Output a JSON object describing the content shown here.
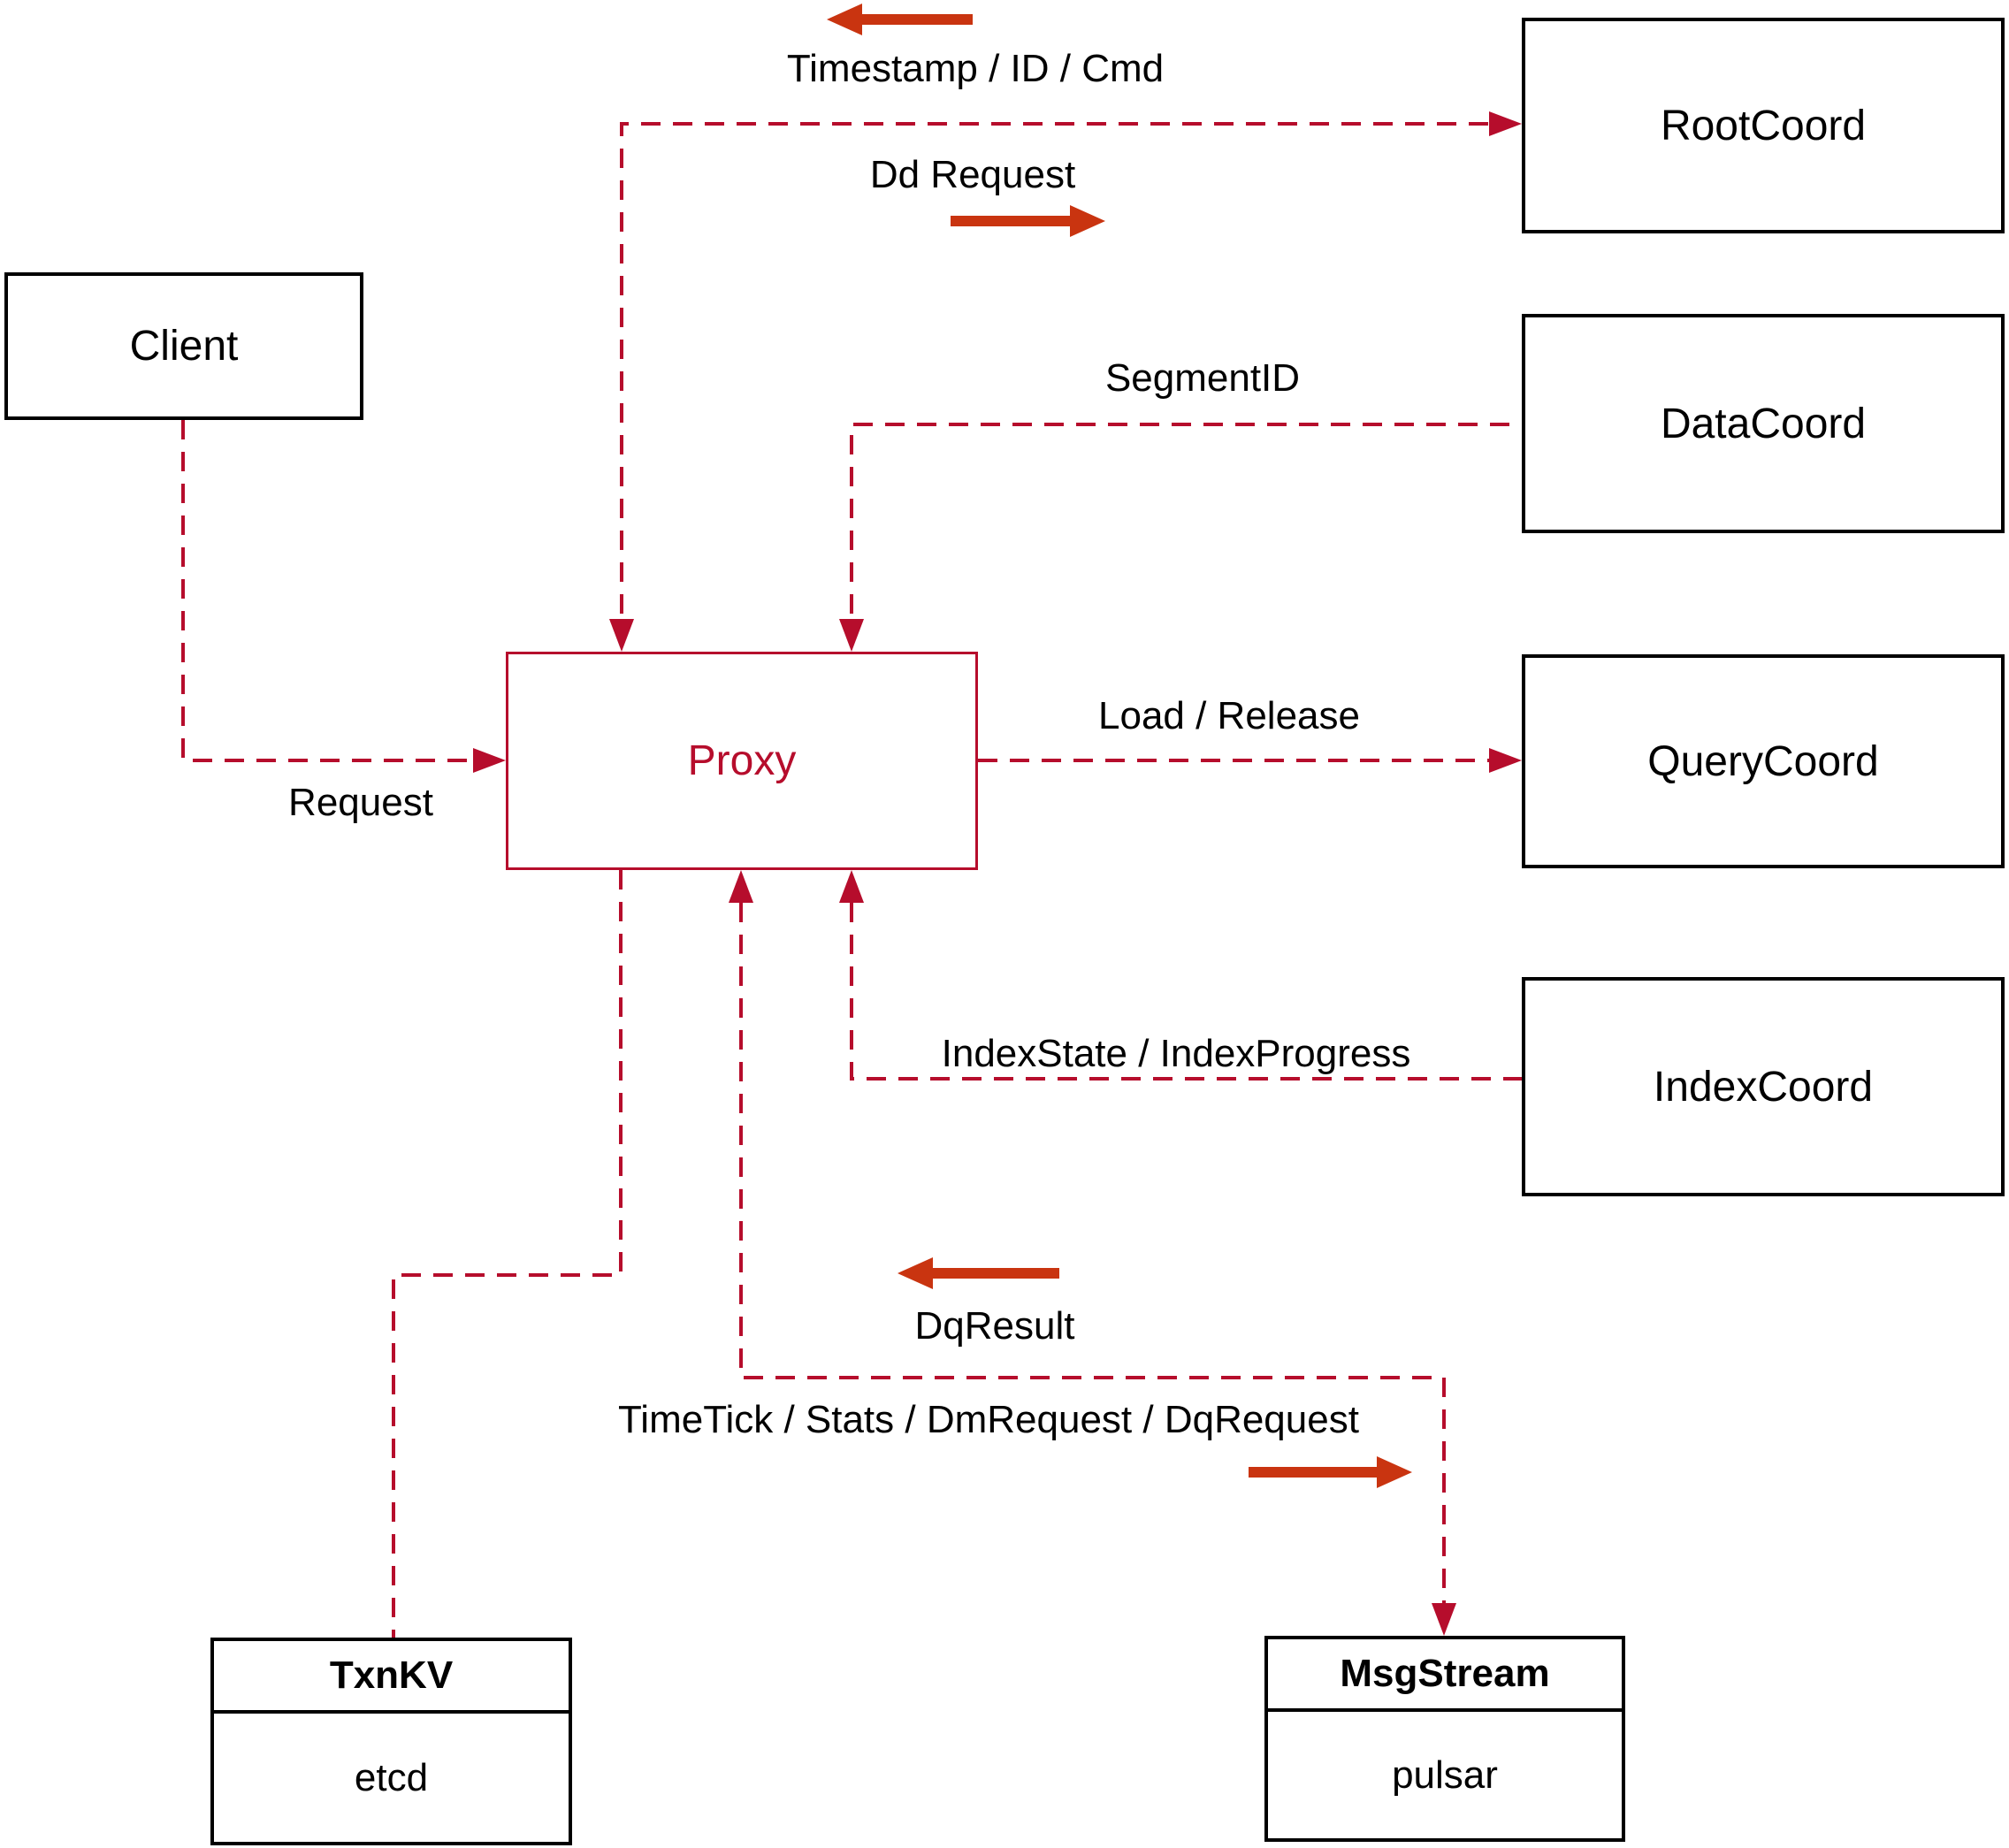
{
  "nodes": {
    "client": {
      "label": "Client"
    },
    "proxy": {
      "label": "Proxy"
    },
    "rootcoord": {
      "label": "RootCoord"
    },
    "datacoord": {
      "label": "DataCoord"
    },
    "querycoord": {
      "label": "QueryCoord"
    },
    "indexcoord": {
      "label": "IndexCoord"
    },
    "txnkv": {
      "title": "TxnKV",
      "subtitle": "etcd"
    },
    "msgstream": {
      "title": "MsgStream",
      "subtitle": "pulsar"
    }
  },
  "edge_labels": {
    "timestamp": "Timestamp / ID / Cmd",
    "dd_request": "Dd Request",
    "segment_id": "SegmentID",
    "load_release": "Load / Release",
    "request": "Request",
    "index_state": "IndexState / IndexProgress",
    "dq_result": "DqResult",
    "timetick": "TimeTick / Stats / DmRequest / DqRequest"
  },
  "colors": {
    "dashed_line": "#b60d2c",
    "solid_arrow": "#c93410",
    "box_border": "#000000",
    "proxy_accent": "#b60d2c",
    "label_text": "#000000"
  }
}
